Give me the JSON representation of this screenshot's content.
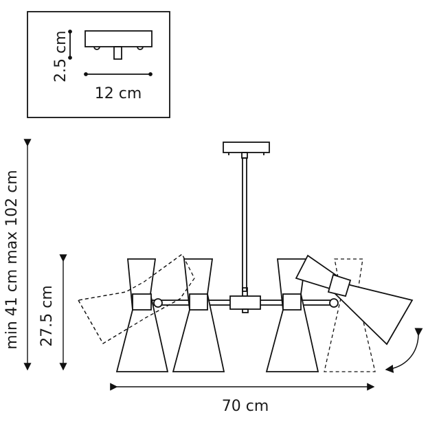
{
  "inset": {
    "height_label": "2.5 cm",
    "width_label": "12 cm"
  },
  "dimensions": {
    "total_height_label": "min 41 cm max 102 cm",
    "shade_height_label": "27.5 cm",
    "width_label": "70 cm"
  },
  "colors": {
    "line": "#111111",
    "background": "#ffffff"
  }
}
